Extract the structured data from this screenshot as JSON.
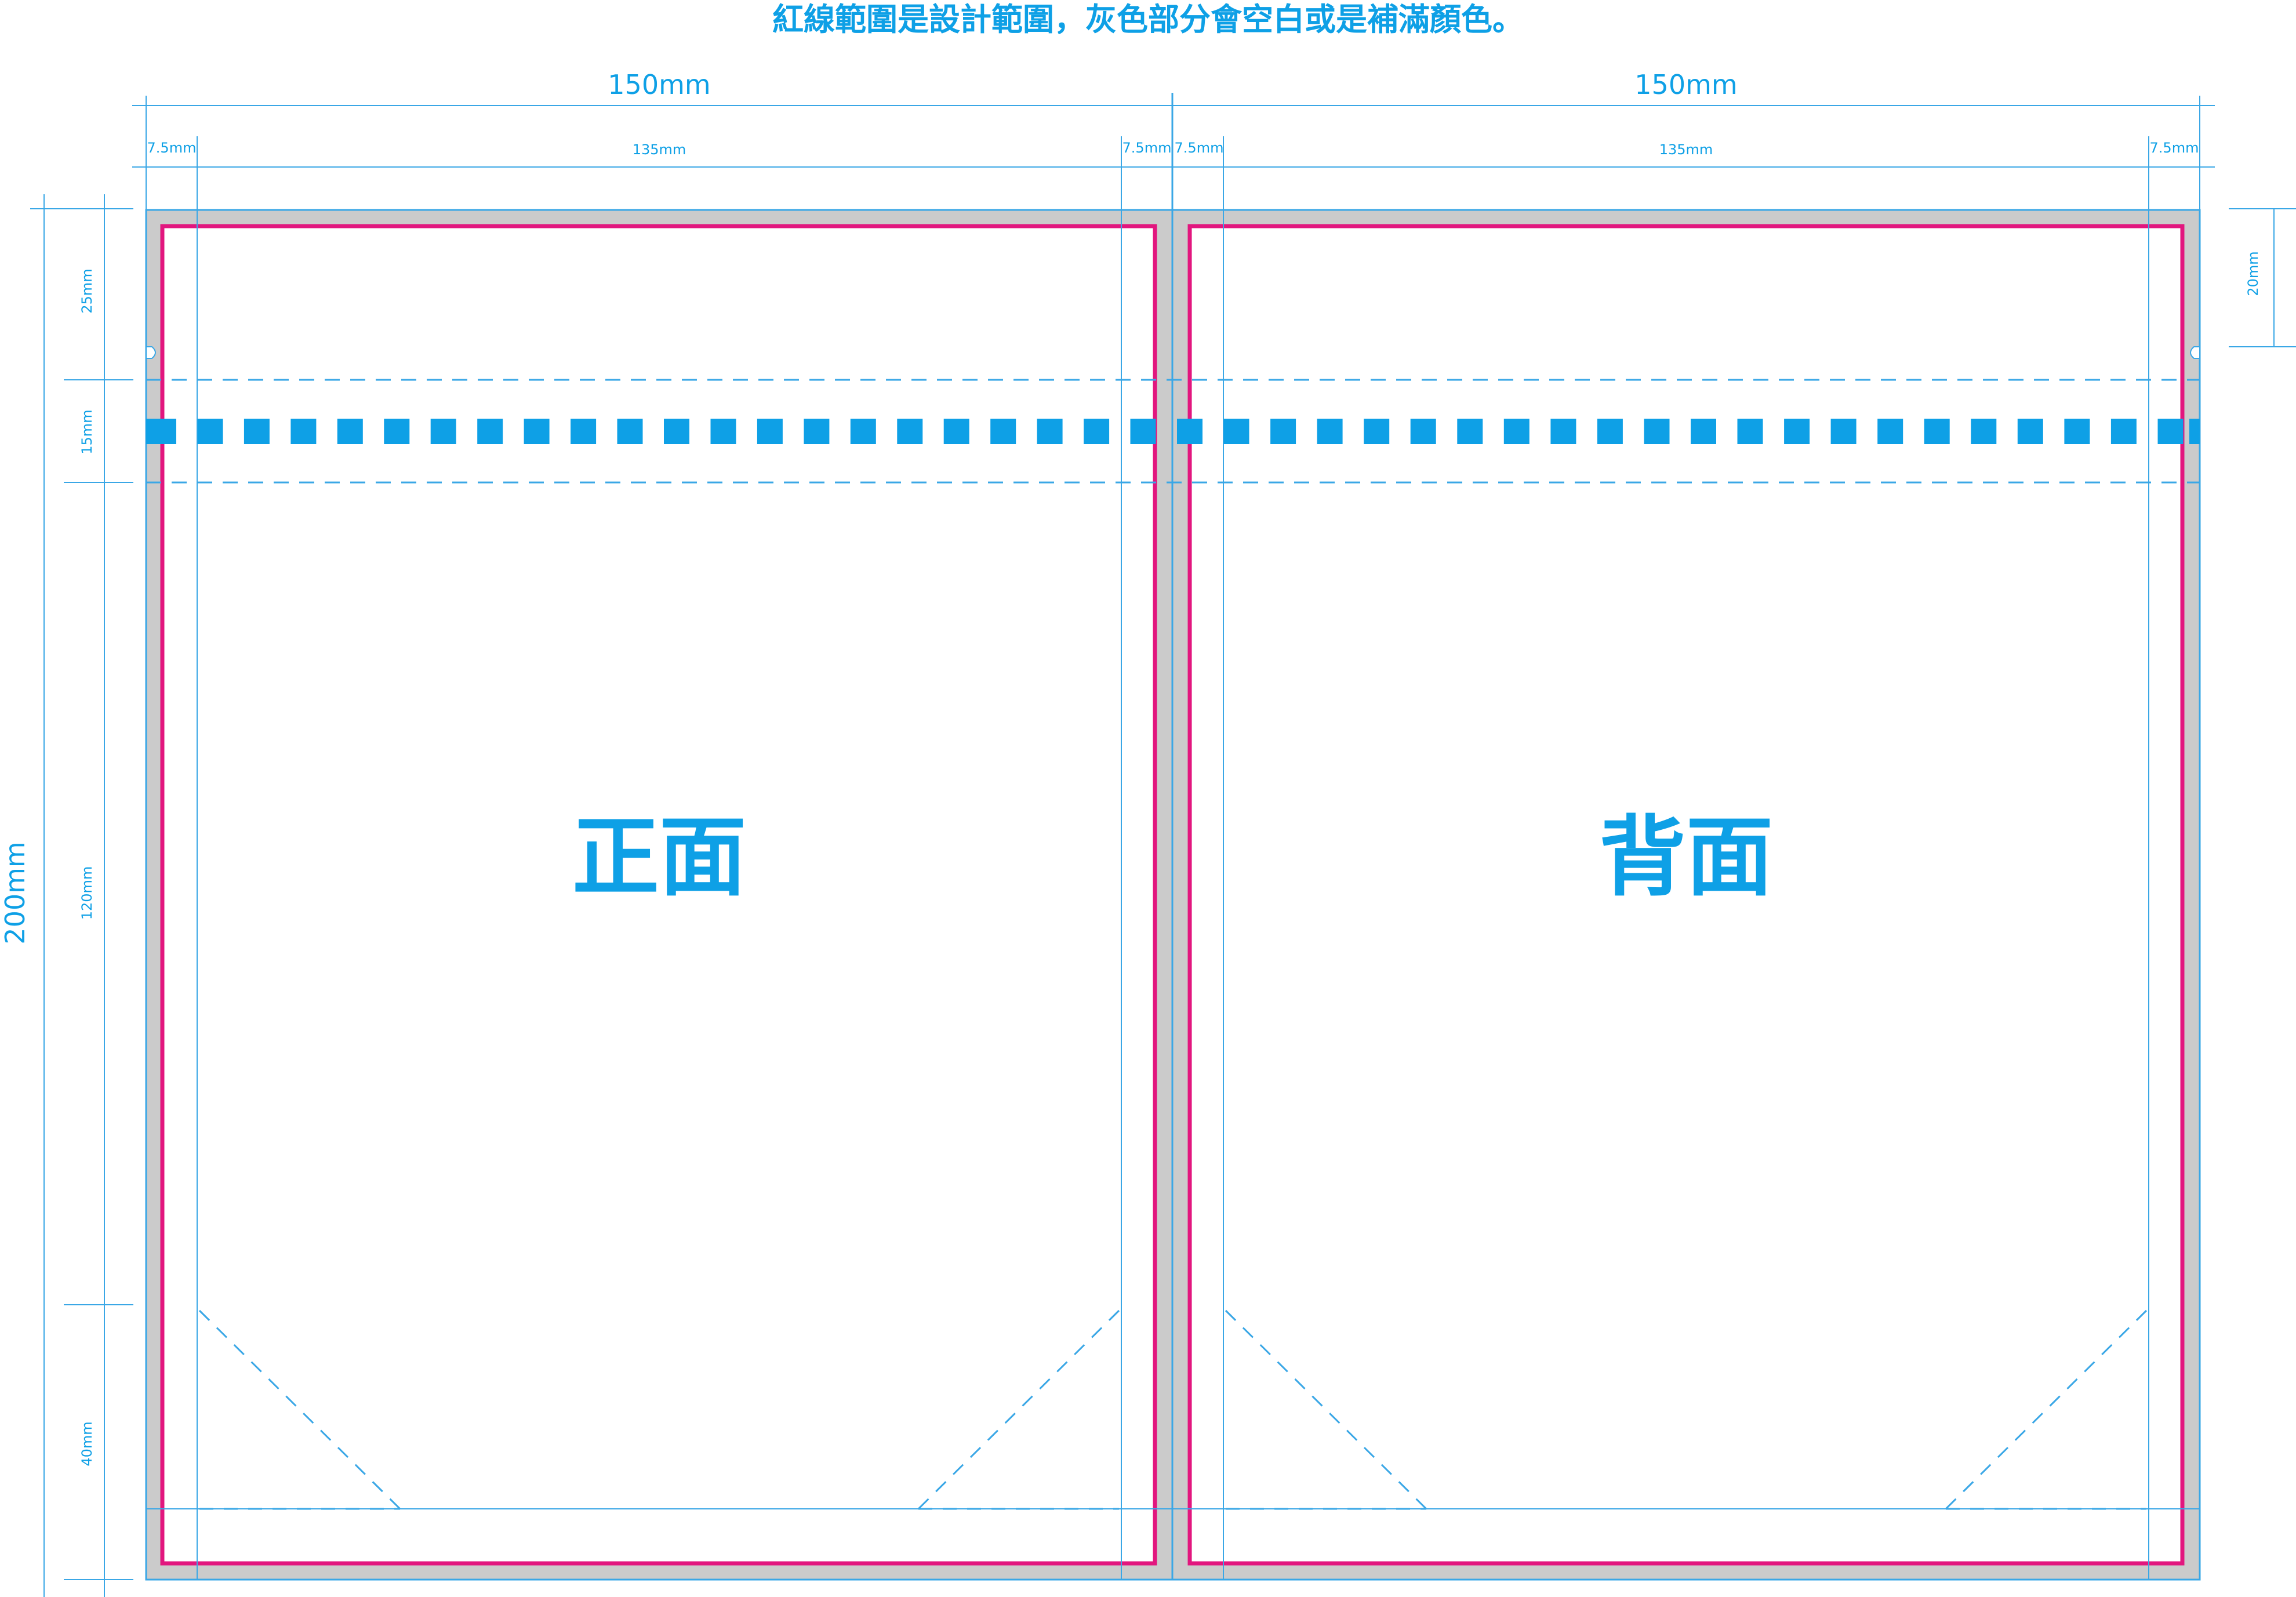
{
  "colors": {
    "accent": "#0ea0e6",
    "guide": "#3aa7e6",
    "design_border": "#e2167e",
    "bleed_gray": "#cbcbcb",
    "paper": "#ffffff"
  },
  "note": "紅線範圍是設計範圍，灰色部分會空白或是補滿顏色。",
  "dimensions": {
    "panel_width": "150mm",
    "total_height": "200mm",
    "margin": "7.5mm",
    "inner_width": "135mm",
    "seg_top": "25mm",
    "seg_perf": "15mm",
    "seg_body": "120mm",
    "seg_bottom": "40mm",
    "hole_offset": "20mm"
  },
  "panels": {
    "front": "正面",
    "back": "背面"
  },
  "perforation": {
    "square_count": 22
  }
}
